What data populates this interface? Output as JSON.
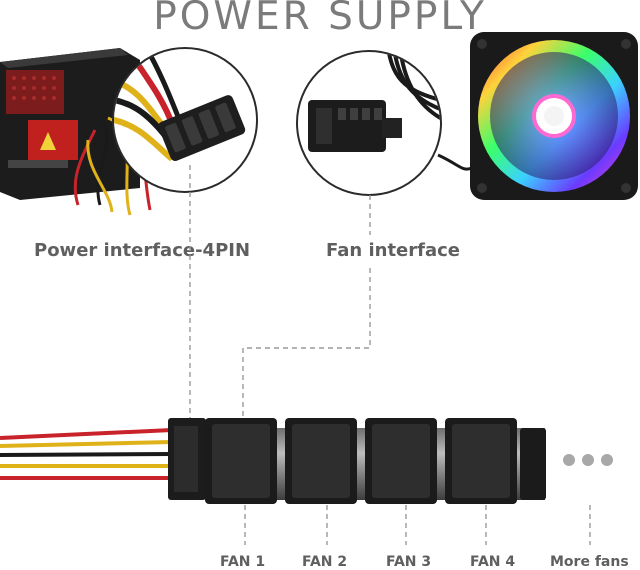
{
  "title": "POWER SUPPLY",
  "labels": {
    "power_interface": "Power interface-4PIN",
    "fan_interface": "Fan interface"
  },
  "fans": [
    "FAN 1",
    "FAN 2",
    "FAN 3",
    "FAN 4",
    "More fans"
  ],
  "ellipsis_dots": 3,
  "colors": {
    "title": "#7b7b7b",
    "label": "#5f5f5f",
    "cable_red": "#c8232b",
    "cable_yellow": "#e0b21a",
    "cable_black": "#1a1a1a",
    "dashed_line": "#9a9a9a",
    "dots": "#a8a8a8"
  }
}
